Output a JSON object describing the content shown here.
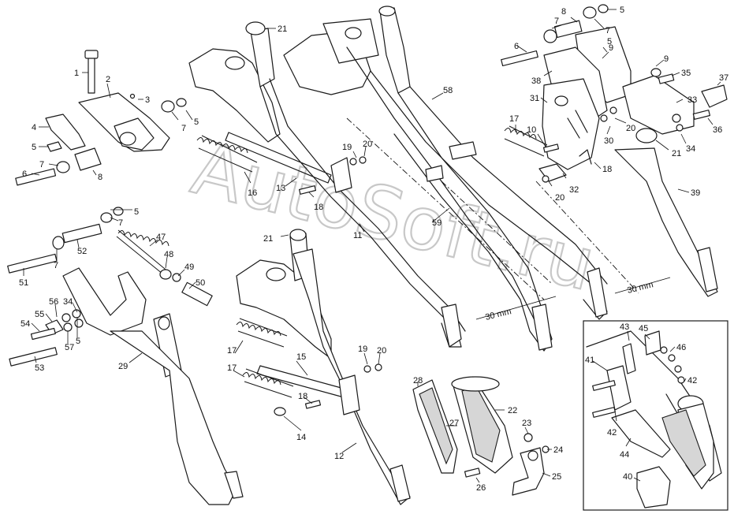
{
  "watermark": "AutoSoft.ru",
  "dimensions": [
    "30 mm",
    "30 mm"
  ],
  "callouts": [
    "1",
    "2",
    "3",
    "4",
    "5",
    "5",
    "5",
    "5",
    "5",
    "5",
    "6",
    "6",
    "7",
    "7",
    "7",
    "7",
    "7",
    "7",
    "8",
    "9",
    "9",
    "10",
    "11",
    "12",
    "13",
    "14",
    "15",
    "16",
    "17",
    "17",
    "17",
    "18",
    "18",
    "18",
    "19",
    "19",
    "20",
    "20",
    "20",
    "21",
    "21",
    "21",
    "22",
    "23",
    "24",
    "25",
    "26",
    "27",
    "28",
    "29",
    "30",
    "31",
    "32",
    "33",
    "34",
    "34",
    "35",
    "36",
    "37",
    "38",
    "39",
    "40",
    "41",
    "42",
    "42",
    "43",
    "44",
    "45",
    "46",
    "47",
    "48",
    "49",
    "50",
    "51",
    "52",
    "53",
    "54",
    "55",
    "56",
    "57",
    "58",
    "59"
  ]
}
